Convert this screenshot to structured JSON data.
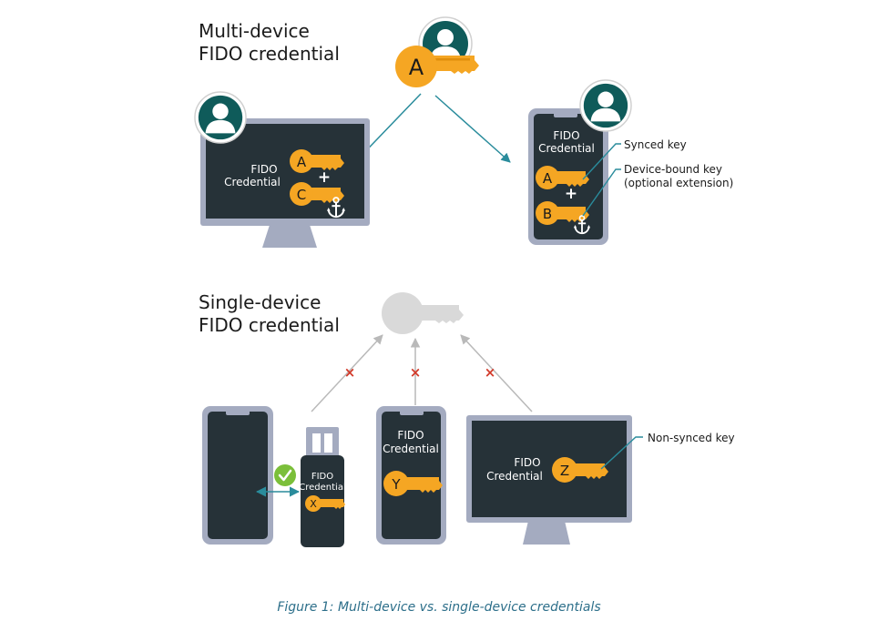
{
  "headings": {
    "multi_line1": "Multi-device",
    "multi_line2": "FIDO credential",
    "single_line1": "Single-device",
    "single_line2": "FIDO credential"
  },
  "devices": {
    "credential_line1": "FIDO",
    "credential_line2": "Credential"
  },
  "keys": {
    "multi_root": "A",
    "monitor_synced": "A",
    "monitor_bound": "C",
    "phone_synced": "A",
    "phone_bound": "B",
    "usb": "X",
    "phone_single": "Y",
    "monitor_single": "Z"
  },
  "symbols": {
    "plus": "+",
    "blocked": "×"
  },
  "callouts": {
    "synced_key": "Synced key",
    "device_bound_line1": "Device-bound key",
    "device_bound_line2": "(optional extension)",
    "non_synced_key": "Non-synced key"
  },
  "caption": "Figure 1: Multi-device vs. single-device credentials",
  "colors": {
    "key_gold": "#f5a623",
    "key_gold_dark": "#e08e0b",
    "device_frame": "#a4abc0",
    "screen": "#263238",
    "avatar_teal": "#0f5b5a",
    "arrow_teal": "#2a8c9c",
    "arrow_gray": "#b9b9b9",
    "cross_red": "#d23a2a",
    "check_green": "#7bbf3a",
    "ghost_key": "#d9d9d9",
    "caption_teal": "#2d6f8a"
  }
}
